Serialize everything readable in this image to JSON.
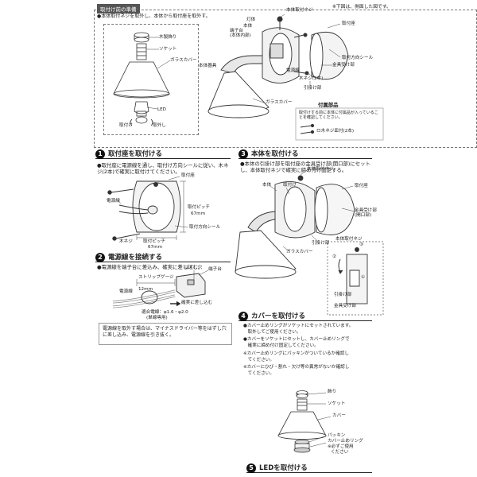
{
  "top_note": "※下図は、側面した図です。",
  "prep": {
    "title": "取付け前の準備",
    "bullet": "●本体取付ネジを取外し、本体から取付座を取外す。",
    "labels": {
      "hand_tighten": "本体取付ネジ",
      "bulb_holder": "灯体",
      "terminal_block": "端子台\n(本体内部)",
      "shade_label_a": "取付座",
      "body": "本体",
      "seal": "取付方向シール",
      "cap": "電源線",
      "screw": "木ネジ(2本)",
      "fit_hole": "金具受け部",
      "lead": "引掛け部",
      "glass": "ガラスカバー",
      "lamp_body": "本体器具",
      "ring": "木製飾り",
      "socket": "ソケット",
      "cover": "ガラスカバー",
      "led": "LED",
      "attach": "取付け",
      "remove": "取外し"
    },
    "parts": {
      "title": "付属部品",
      "line": "取付けする前に本体に付属品が入っていることを確認してください。",
      "item": "ロ木ネジ皿付(2本)"
    }
  },
  "s1": {
    "num": "1",
    "title": "取付座を取付ける",
    "text": "●取付座に電源線を通し、取付け方向シールに従い、木ネジ(2本)で確実に取付けてください。",
    "labels": {
      "base": "取付座",
      "power": "電源線",
      "pitch_v": "取付ピッチ",
      "pitch_v_val": "67mm",
      "seal": "取付方向シール",
      "pitch_h": "取付ピッチ",
      "pitch_h_val": "67mm",
      "screw": "木ネジ"
    }
  },
  "s2": {
    "num": "2",
    "title": "電源線を接続する",
    "text": "●電源線を端子台に差込み、確実に差し込む。",
    "labels": {
      "release": "はずし穴",
      "terminal": "端子台",
      "strip": "ストリップゲージ",
      "len": "12mm",
      "power": "電源線",
      "insert": "確実に差し込む",
      "wire": "適合電線：φ1.6・φ2.0",
      "wire2": "(単線専用)"
    },
    "note": "電源線を取外す場合は、マイナスドライバー等をはずし穴に差し込み、電源線を引き抜く。"
  },
  "s3": {
    "num": "3",
    "title": "本体を取付ける",
    "text": "●本体の引掛け部を取付座の金具受け部(開口部)にセットし、本体取付ネジで確実に締め付け固定する。",
    "labels": {
      "screw": "本体取付ネジ",
      "body": "本体",
      "attach": "取付け",
      "base": "取付座",
      "fit": "金具受け部\n(開口部)",
      "hook": "引掛け部",
      "glass": "ガラスカバー",
      "detail_screw": "本体取付ネジ",
      "step1": "①",
      "step2": "②",
      "step3": "③",
      "hook2": "引掛け部",
      "fit2": "金具受け部"
    }
  },
  "s4": {
    "num": "4",
    "title": "カバーを取付ける",
    "lines": [
      "●カバー止めリングがソケットにセットされています。",
      "　取外してご使用ください。",
      "●カバーをソケットにセットし、カバー止めリングで",
      "　確実に締め付け固定してください。",
      "※カバー止めリングにパッキンがついているか確認し",
      "　てください。",
      "※カバーにひび・割れ・欠け等の異常がないか確認し",
      "　てください。"
    ],
    "labels": {
      "ring": "飾り",
      "socket": "ソケット",
      "cover": "カバー",
      "packing": "パッキン",
      "cover_ring": "カバー止めリング",
      "note1": "※必ずご使用",
      "note2": "ください"
    }
  },
  "s5": {
    "num": "5",
    "title": "LEDを取付ける"
  }
}
